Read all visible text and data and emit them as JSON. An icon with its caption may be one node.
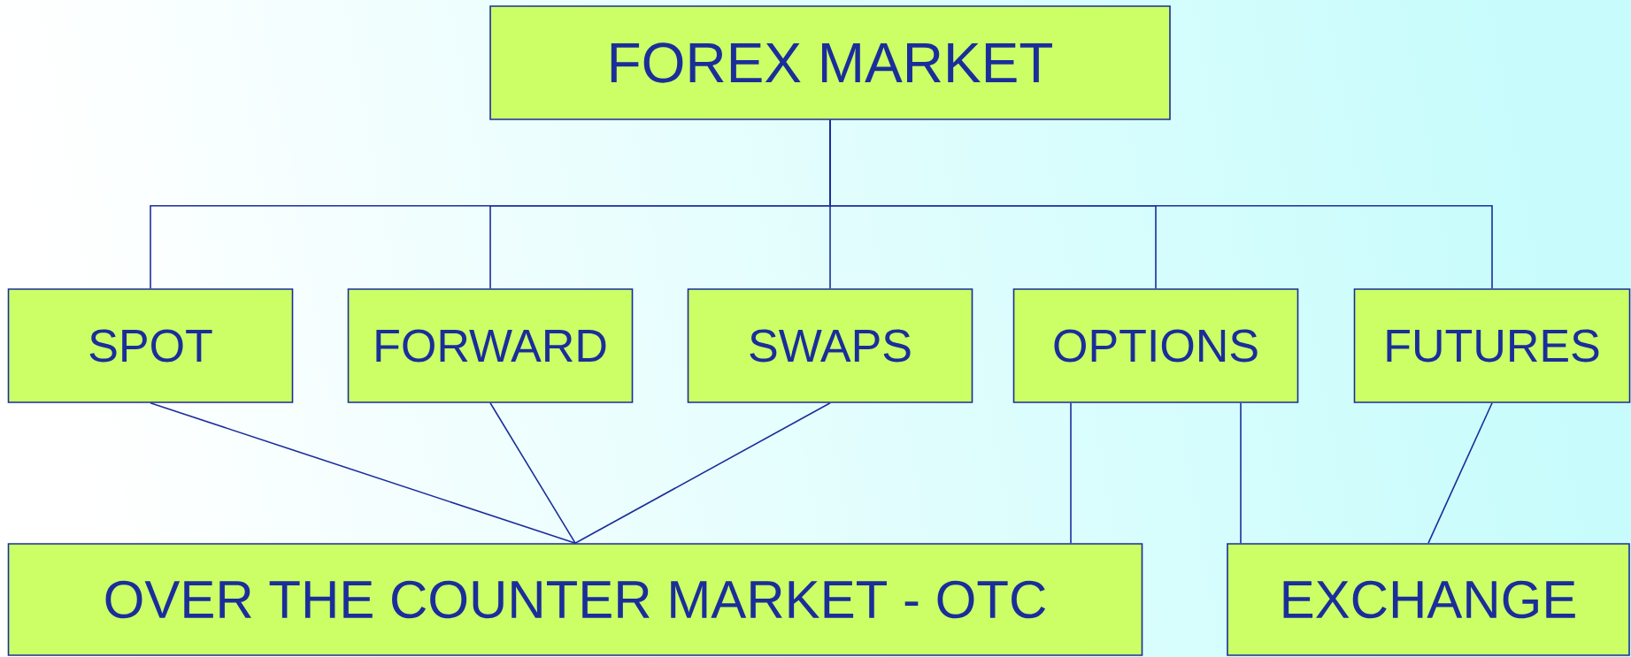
{
  "diagram": {
    "nodes": [
      {
        "text": [
          "FOREX MARKET"
        ]
      },
      {
        "text": [
          "SPOT"
        ]
      },
      {
        "text": [
          "FORWARD"
        ]
      },
      {
        "text": [
          "SWAPS"
        ]
      },
      {
        "text": [
          "OPTIONS"
        ]
      },
      {
        "text": [
          "FUTURES"
        ]
      },
      {
        "text": [
          "OVER THE COUNTER MARKET - OTC"
        ]
      },
      {
        "text": [
          "EXCHANGE"
        ]
      }
    ],
    "edges": [
      {
        "from": 0,
        "to": 1,
        "arrow": "none"
      },
      {
        "from": 0,
        "to": 2,
        "arrow": "none"
      },
      {
        "from": 0,
        "to": 3,
        "arrow": "none"
      },
      {
        "from": 0,
        "to": 4,
        "arrow": "none"
      },
      {
        "from": 0,
        "to": 5,
        "arrow": "none"
      },
      {
        "from": 1,
        "to": 6,
        "arrow": "none"
      },
      {
        "from": 2,
        "to": 6,
        "arrow": "none"
      },
      {
        "from": 3,
        "to": 6,
        "arrow": "none"
      },
      {
        "from": 4,
        "to": 6,
        "arrow": "none"
      },
      {
        "from": 4,
        "to": 7,
        "arrow": "none"
      },
      {
        "from": 5,
        "to": 7,
        "arrow": "none"
      }
    ]
  }
}
